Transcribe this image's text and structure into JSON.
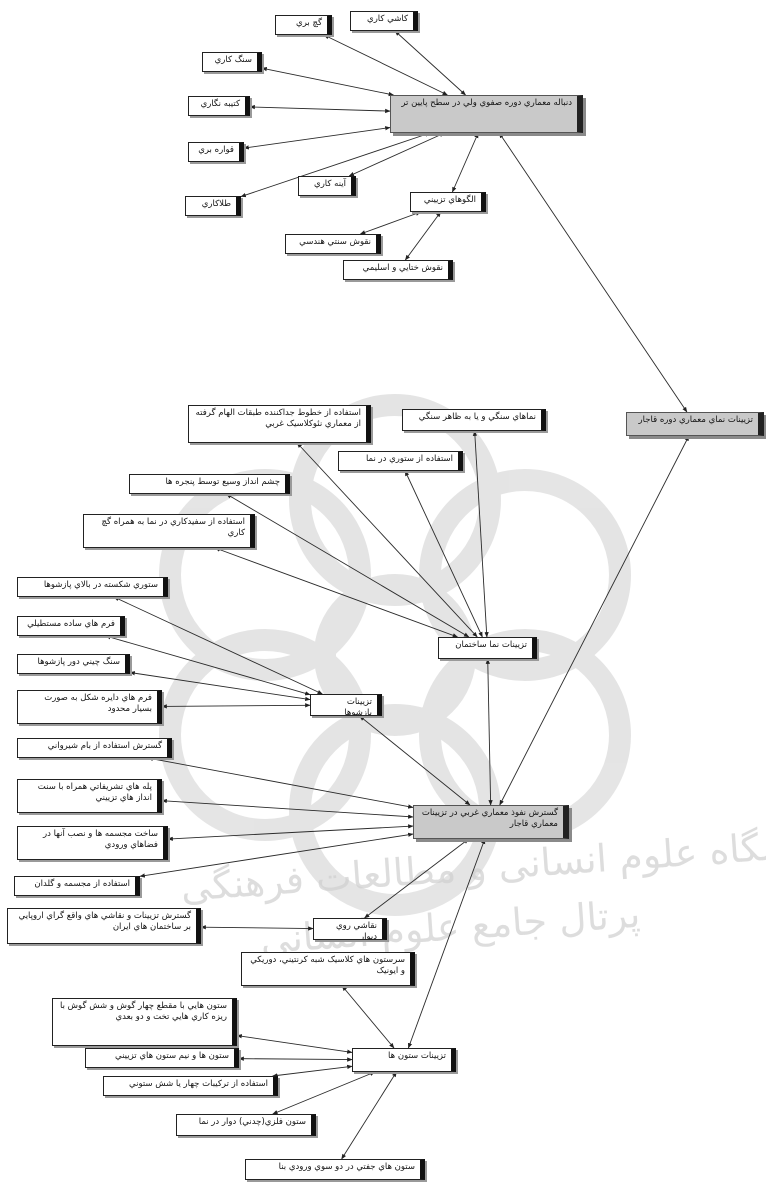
{
  "nodes": {
    "root": "تزيينات نماي معماري دوره قاجار",
    "safavid": "دنباله معماري دوره صفوي ولي در سطح پايين تر",
    "kashi": "کاشي کاري",
    "gach": "گچ بري",
    "sang": "سنگ کاري",
    "katibe": "کتيبه نگاري",
    "qavare": "قواره بري",
    "aine": "آينه کاري",
    "tala": "طلاکاري",
    "olgoo": "الگوهاي تزييني",
    "handasi": "نقوش سنتي هندسي",
    "eslimi": "نقوش ختايي و اسليمي",
    "gostaresh": "گسترش نفوذ معماري غربي در تزيينات معماري قاجار",
    "nama": "تزيينات نما ساختمان",
    "khotut": "استفاده از خطوط جداکننده طبقات الهام گرفته از معماري نئوکلاسيک غربي",
    "namaSang": "نماهاي سنگي و يا به ظاهر سنگي",
    "sotoriNama": "استفاده از ستوري در نما",
    "cheshm": "چشم انداز وسيع توسط پنجره ها",
    "sefid": "استفاده از سفيدکاري در نما به همراه گچ کاري",
    "pazeshoo": "تزيينات پازشوها",
    "sotoriShekaste": "ستوري شکسته در بالاي پازشوها",
    "form": "فرم هاي ساده مستطيلي",
    "sangChini": "سنگ چيني دور پازشوها",
    "dayere": "فرم هاي دايره شکل به صورت بسيار محدود",
    "baam": "گسترش استفاده از بام شيرواني",
    "pele": "پله هاي تشريفاتي همراه با سنت انداز هاي تزييني",
    "mojassame": "ساخت مجسمه ها و نصب آنها در فضاهاي ورودي",
    "goldan": "استفاده از مجسمه و گلدان",
    "naqqashi": "نقاشي روي ديوار",
    "gostareshNaqsh": "گسترش تزيينات و نقاشي هاي واقع گراي اروپايي بر ساختمان هاي ايران",
    "sotun": "تزيينات ستون ها",
    "sarsotun": "سرستون هاي کلاسيک شبه کرنتيني، دوريکي و ايونيک",
    "maqta": "ستون هايي با مقطع چهار گوش و شش گوش با ريزه کاري هايي تخت و دو بعدي",
    "nimSotun": "ستون ها و نيم ستون هاي تزييني",
    "tarkib": "استفاده از ترکيبات چهار يا شش ستوني",
    "felezi": "ستون فلزي(چدني) دوار در نما",
    "jofti": "ستون هاي جفتي در دو سوي ورودي بنا"
  },
  "edges": [
    [
      "safavid",
      "kashi"
    ],
    [
      "safavid",
      "gach"
    ],
    [
      "safavid",
      "sang"
    ],
    [
      "safavid",
      "katibe"
    ],
    [
      "safavid",
      "qavare"
    ],
    [
      "safavid",
      "aine"
    ],
    [
      "safavid",
      "tala"
    ],
    [
      "safavid",
      "olgoo"
    ],
    [
      "olgoo",
      "handasi"
    ],
    [
      "olgoo",
      "eslimi"
    ],
    [
      "root",
      "safavid"
    ],
    [
      "root",
      "gostaresh"
    ],
    [
      "nama",
      "khotut"
    ],
    [
      "nama",
      "namaSang"
    ],
    [
      "nama",
      "sotoriNama"
    ],
    [
      "nama",
      "cheshm"
    ],
    [
      "nama",
      "sefid"
    ],
    [
      "gostaresh",
      "nama"
    ],
    [
      "gostaresh",
      "pazeshoo"
    ],
    [
      "pazeshoo",
      "sotoriShekaste"
    ],
    [
      "pazeshoo",
      "form"
    ],
    [
      "pazeshoo",
      "sangChini"
    ],
    [
      "pazeshoo",
      "dayere"
    ],
    [
      "gostaresh",
      "baam"
    ],
    [
      "gostaresh",
      "pele"
    ],
    [
      "gostaresh",
      "mojassame"
    ],
    [
      "gostaresh",
      "goldan"
    ],
    [
      "gostaresh",
      "naqqashi"
    ],
    [
      "naqqashi",
      "gostareshNaqsh"
    ],
    [
      "gostaresh",
      "sotun"
    ],
    [
      "sotun",
      "sarsotun"
    ],
    [
      "sotun",
      "maqta"
    ],
    [
      "sotun",
      "nimSotun"
    ],
    [
      "sotun",
      "tarkib"
    ],
    [
      "sotun",
      "felezi"
    ],
    [
      "sotun",
      "jofti"
    ]
  ],
  "watermark": {
    "line1": "پژوهشگاه علوم انسانی و مطالعات فرهنگی",
    "line2": "پرتال جامع علوم انسانی"
  },
  "colors": {
    "line": "#2b2b2b",
    "mainFill": "#c9c9c9",
    "watermark": "#d0d0d0"
  }
}
